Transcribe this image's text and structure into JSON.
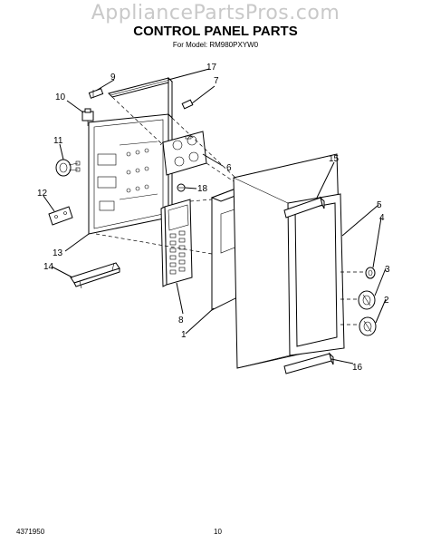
{
  "watermark": "AppliancePartsPros.com",
  "title": "CONTROL PANEL PARTS",
  "subtitle": "For Model: RM980PXYW0",
  "footer": {
    "doc_number": "4371950",
    "page": "10"
  },
  "callouts": [
    "1",
    "2",
    "3",
    "4",
    "5",
    "6",
    "7",
    "8",
    "9",
    "10",
    "11",
    "12",
    "13",
    "14",
    "15",
    "16",
    "17",
    "18"
  ]
}
